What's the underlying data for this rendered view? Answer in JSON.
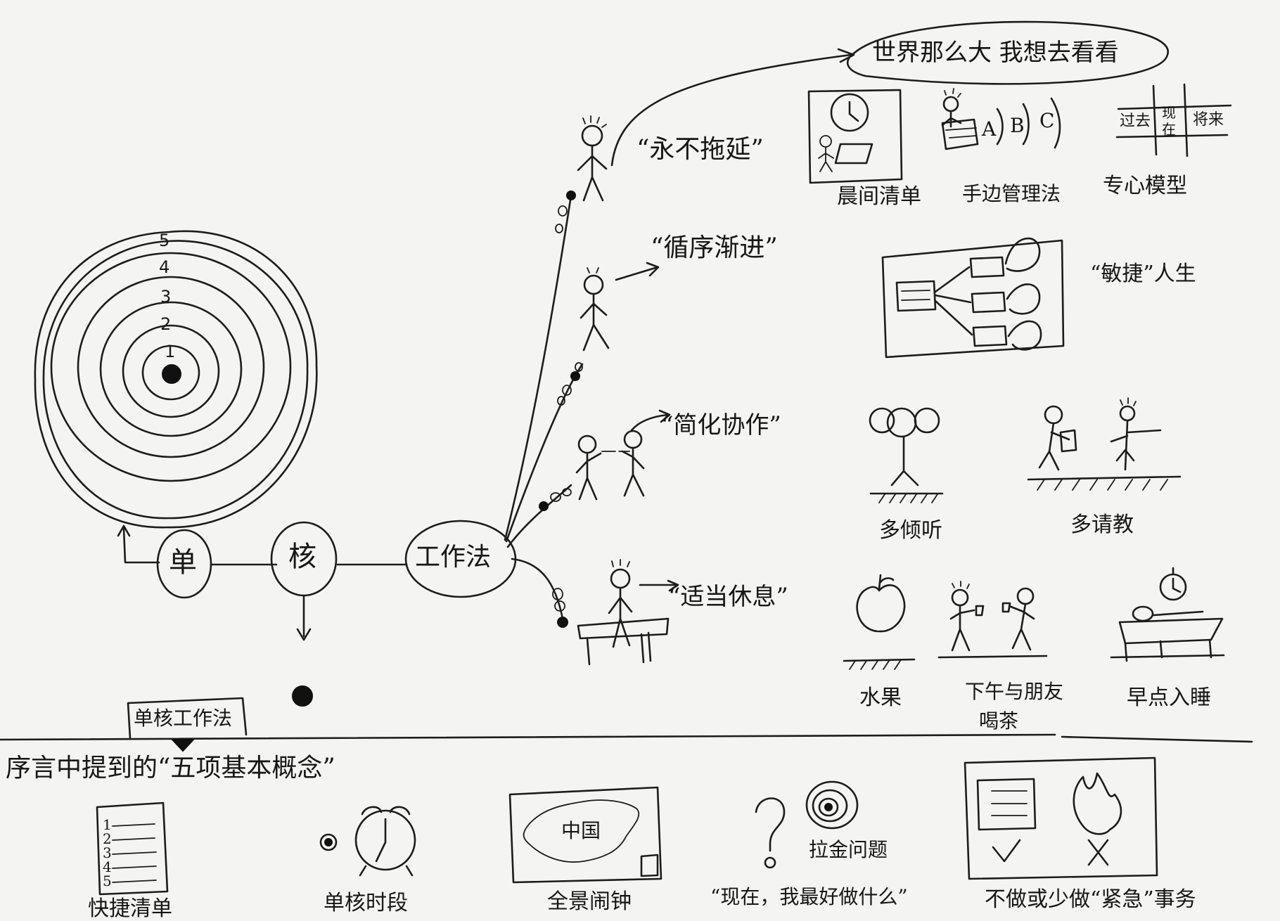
{
  "center_nodes": {
    "dan": "单",
    "he": "核",
    "gongzuofa": "工作法"
  },
  "ring_numbers": [
    "1",
    "2",
    "3",
    "4",
    "5"
  ],
  "world_bubble": "世界那么大 我想去看看",
  "branches": {
    "procrastination": "“永不拖延”",
    "gradual": "“循序渐进”",
    "cooperation": "“简化协作”",
    "rest": "“适当休息”"
  },
  "tools": {
    "morning_list": "晨间清单",
    "hand_management": "手边管理法",
    "focus_model": "专心模型",
    "agile_life": "“敏捷”人生",
    "listen_more": "多倾听",
    "ask_more": "多请教",
    "fruit": "水果",
    "tea_line1": "下午与朋友",
    "tea_line2": "喝茶",
    "sleep_early": "早点入睡"
  },
  "focus_model_cells": {
    "past": "过去",
    "now_line1": "现",
    "now_line2": "在",
    "future": "将来"
  },
  "abc_letters": [
    "A",
    "B",
    "C"
  ],
  "map_label": "中国",
  "tab_label": "单核工作法",
  "preface_title": "序言中提到的“五项基本概念”",
  "concepts": {
    "quick_list": "快捷清单",
    "single_core_period": "单核时段",
    "panorama_clock": "全景闹钟",
    "golden_question": "拉金问题",
    "golden_question_quote": "“现在，我最好做什么”",
    "no_urgent": "不做或少做“紧急”事务"
  },
  "list_numbers": [
    "1",
    "2",
    "3",
    "4",
    "5"
  ]
}
